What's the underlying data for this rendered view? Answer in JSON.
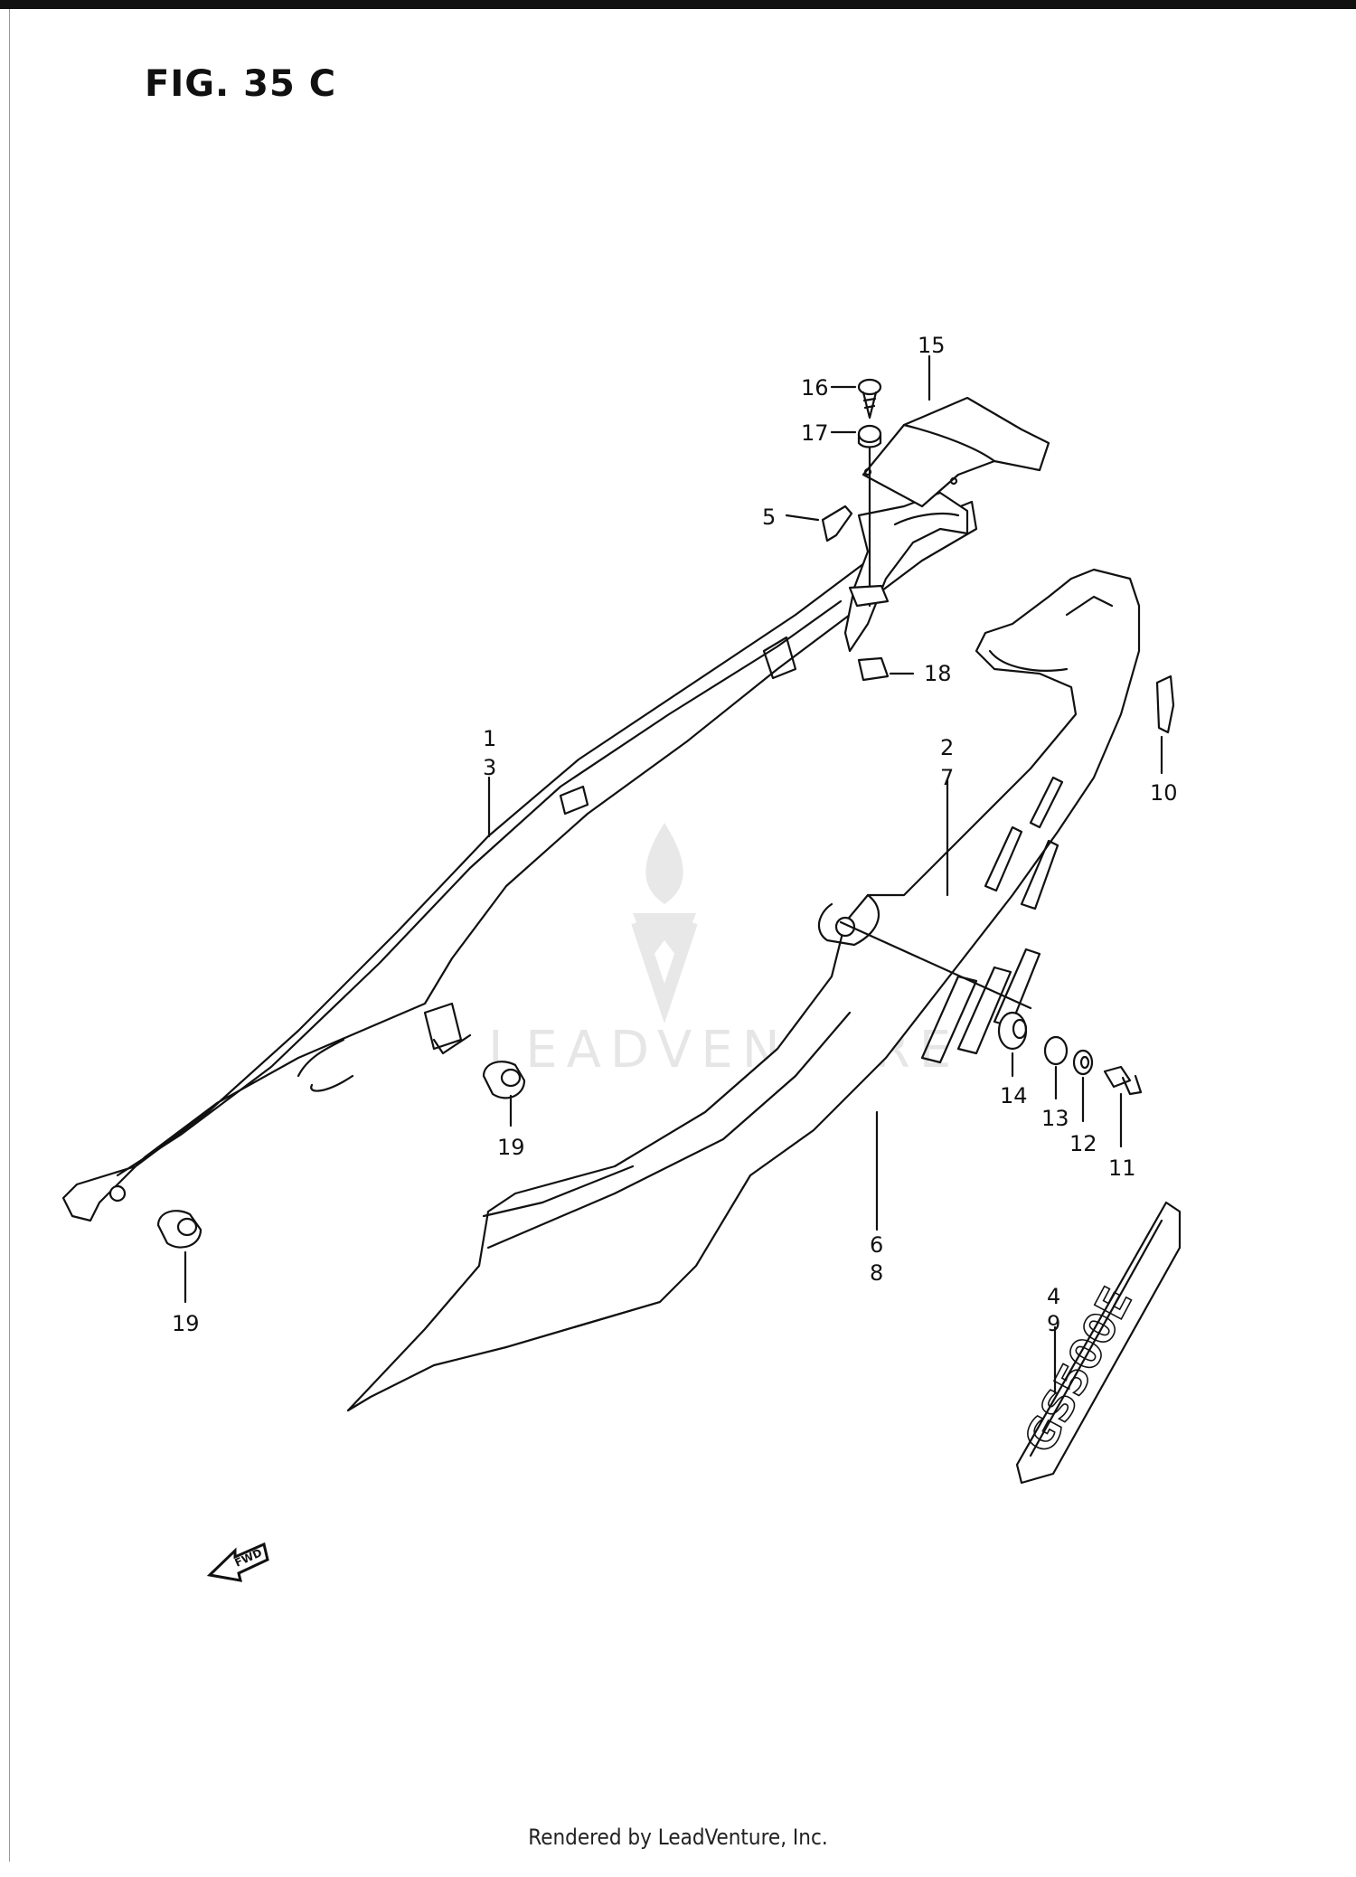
{
  "figure": {
    "title": "FIG. 35 C",
    "footer": "Rendered by LeadVenture, Inc.",
    "watermark_text": "LEADVENTURE",
    "fwd_label": "FWD",
    "emblem_text": "GS500E"
  },
  "callouts": [
    {
      "id": "c15",
      "text": "15"
    },
    {
      "id": "c16",
      "text": "16"
    },
    {
      "id": "c17",
      "text": "17"
    },
    {
      "id": "c5",
      "text": "5"
    },
    {
      "id": "c18",
      "text": "18"
    },
    {
      "id": "c1",
      "text": "1"
    },
    {
      "id": "c3",
      "text": "3"
    },
    {
      "id": "c2",
      "text": "2"
    },
    {
      "id": "c7",
      "text": "7"
    },
    {
      "id": "c10",
      "text": "10"
    },
    {
      "id": "c14",
      "text": "14"
    },
    {
      "id": "c13",
      "text": "13"
    },
    {
      "id": "c12",
      "text": "12"
    },
    {
      "id": "c11",
      "text": "11"
    },
    {
      "id": "c19a",
      "text": "19"
    },
    {
      "id": "c19b",
      "text": "19"
    },
    {
      "id": "c6",
      "text": "6"
    },
    {
      "id": "c8",
      "text": "8"
    },
    {
      "id": "c4",
      "text": "4"
    },
    {
      "id": "c9",
      "text": "9"
    }
  ]
}
